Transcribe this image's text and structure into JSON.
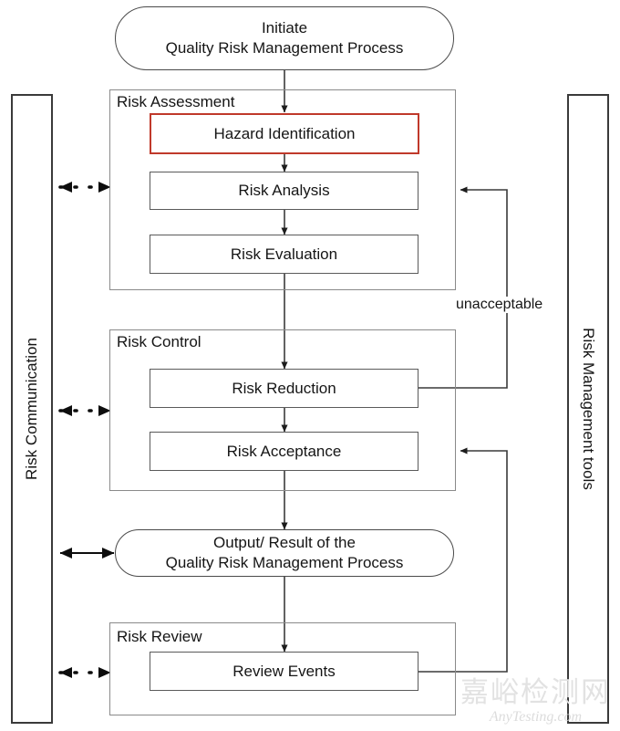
{
  "diagram": {
    "title": "Quality Risk Management Process overview",
    "colors": {
      "highlight_border": "#c0392b",
      "box_border": "#5a5a5a",
      "group_border": "#8a8a8a",
      "panel_border": "#3a3a3a",
      "connector": "#3a3a3a",
      "background": "#ffffff",
      "watermark": "#e2e2e2"
    }
  },
  "side_panels": {
    "left": {
      "label": "Risk Communication"
    },
    "right": {
      "label": "Risk Management tools"
    }
  },
  "start_node": {
    "line1": "Initiate",
    "line2": "Quality Risk Management Process"
  },
  "groups": [
    {
      "title": "Risk Assessment",
      "steps": [
        {
          "label": "Hazard Identification",
          "highlighted": true
        },
        {
          "label": "Risk Analysis",
          "highlighted": false
        },
        {
          "label": "Risk Evaluation",
          "highlighted": false
        }
      ]
    },
    {
      "title": "Risk Control",
      "steps": [
        {
          "label": "Risk Reduction",
          "highlighted": false
        },
        {
          "label": "Risk Acceptance",
          "highlighted": false
        }
      ]
    },
    {
      "title": "Risk Review",
      "steps": [
        {
          "label": "Review Events",
          "highlighted": false
        }
      ]
    }
  ],
  "output_node": {
    "line1": "Output/ Result of the",
    "line2": "Quality Risk Management Process"
  },
  "edge_labels": {
    "unacceptable": "unacceptable"
  },
  "watermark": {
    "chinese": "嘉峪检测网",
    "english": "AnyTesting.com"
  }
}
